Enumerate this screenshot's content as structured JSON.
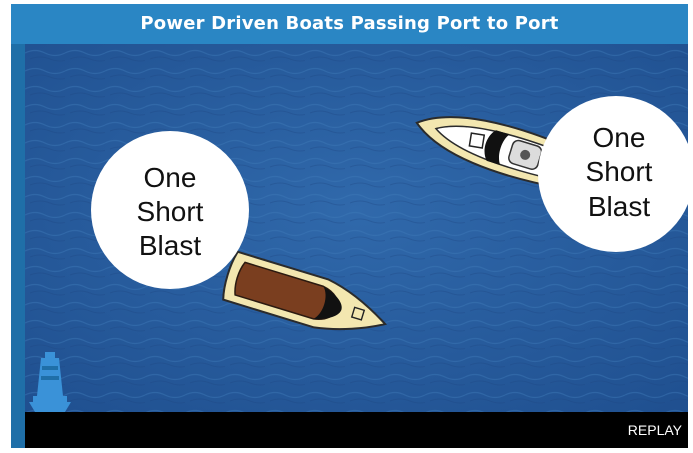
{
  "title": "Power Driven Boats Passing Port to Port",
  "bubbles": {
    "left": {
      "lines": [
        "One",
        "Short",
        "Blast"
      ]
    },
    "right": {
      "lines": [
        "One",
        "Short",
        "Blast"
      ]
    }
  },
  "controls": {
    "replay_label": "REPLAY"
  },
  "icons": {
    "buoy": "buoy-icon"
  },
  "colors": {
    "water": "#2a5fa3",
    "title_bar": "#2a86c4",
    "control_bar": "#000000",
    "hull": "#f3e7b0",
    "deck_brown": "#7a3e1f"
  }
}
